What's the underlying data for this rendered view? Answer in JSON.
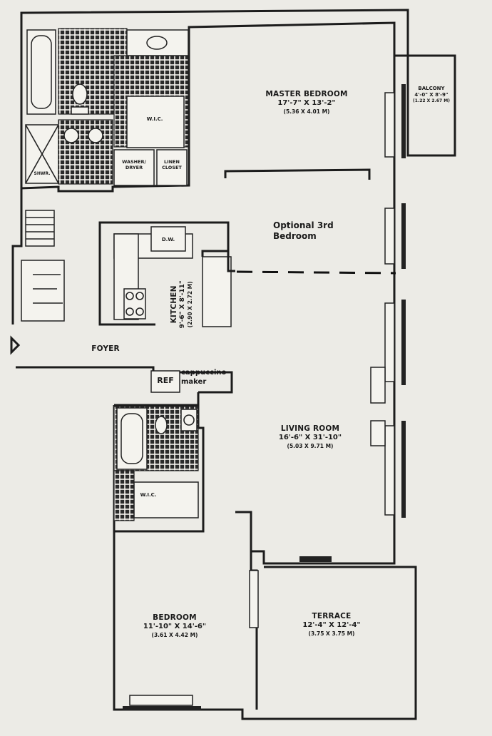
{
  "rooms": {
    "master_bedroom": {
      "name": "MASTER BEDROOM",
      "dim": "17'-7\" X 13'-2\"",
      "metric": "(5.36 X 4.01 M)"
    },
    "balcony": {
      "name": "BALCONY",
      "dim": "4'-0\" X 8'-9\"",
      "metric": "(1.22 X 2.67 M)"
    },
    "wic_master": {
      "name": "W.I.C."
    },
    "washer_dryer": {
      "line1": "WASHER/",
      "line2": "DRYER"
    },
    "linen_closet": {
      "line1": "LINEN",
      "line2": "CLOSET"
    },
    "shower": {
      "name": "SHWR."
    },
    "optional_bedroom": {
      "line1": "Optional 3rd",
      "line2": "Bedroom"
    },
    "dishwasher": {
      "name": "D.W."
    },
    "kitchen": {
      "name": "KITCHEN",
      "dim": "9'-6\" X 8'-11\"",
      "metric": "(2.90 X 2.72 M)"
    },
    "foyer": {
      "name": "FOYER"
    },
    "ref": {
      "name": "REF"
    },
    "cappuccino": {
      "line1": "cappuccino",
      "line2": "maker"
    },
    "living_room": {
      "name": "LIVING ROOM",
      "dim": "16'-6\" X 31'-10\"",
      "metric": "(5.03 X 9.71 M)"
    },
    "wic_bedroom": {
      "name": "W.I.C."
    },
    "bedroom": {
      "name": "BEDROOM",
      "dim": "11'-10\" X 14'-6\"",
      "metric": "(3.61 X 4.42 M)"
    },
    "terrace": {
      "name": "TERRACE",
      "dim": "12'-4\" X 12'-4\"",
      "metric": "(3.75 X 3.75 M)"
    }
  },
  "colors": {
    "paper": "#ecebe6",
    "ink": "#1c1c1c"
  },
  "icons": {
    "entry": "entry-arrow-icon"
  }
}
